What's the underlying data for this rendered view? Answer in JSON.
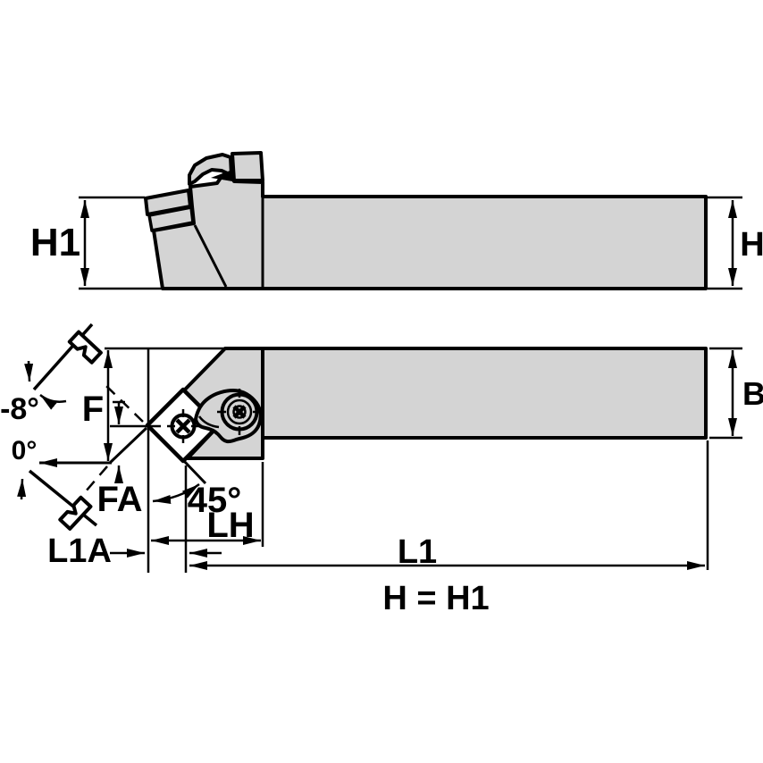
{
  "colors": {
    "background": "#ffffff",
    "body_fill": "#d4d4d4",
    "line": "#000000"
  },
  "side_view": {
    "height_label_left": "H1",
    "height_label_right": "H"
  },
  "plan_view": {
    "shank_width_label": "B",
    "tip_height_label": "F",
    "tip_offset_label": "FA",
    "head_length_label": "LH",
    "tip_overhang_label": "L1A",
    "overall_length_label": "L1",
    "lead_angle_label": "45°",
    "back_rake_angle_label": "-8°",
    "side_rake_angle_label": "0°"
  },
  "note": {
    "equation": "H = H1"
  }
}
